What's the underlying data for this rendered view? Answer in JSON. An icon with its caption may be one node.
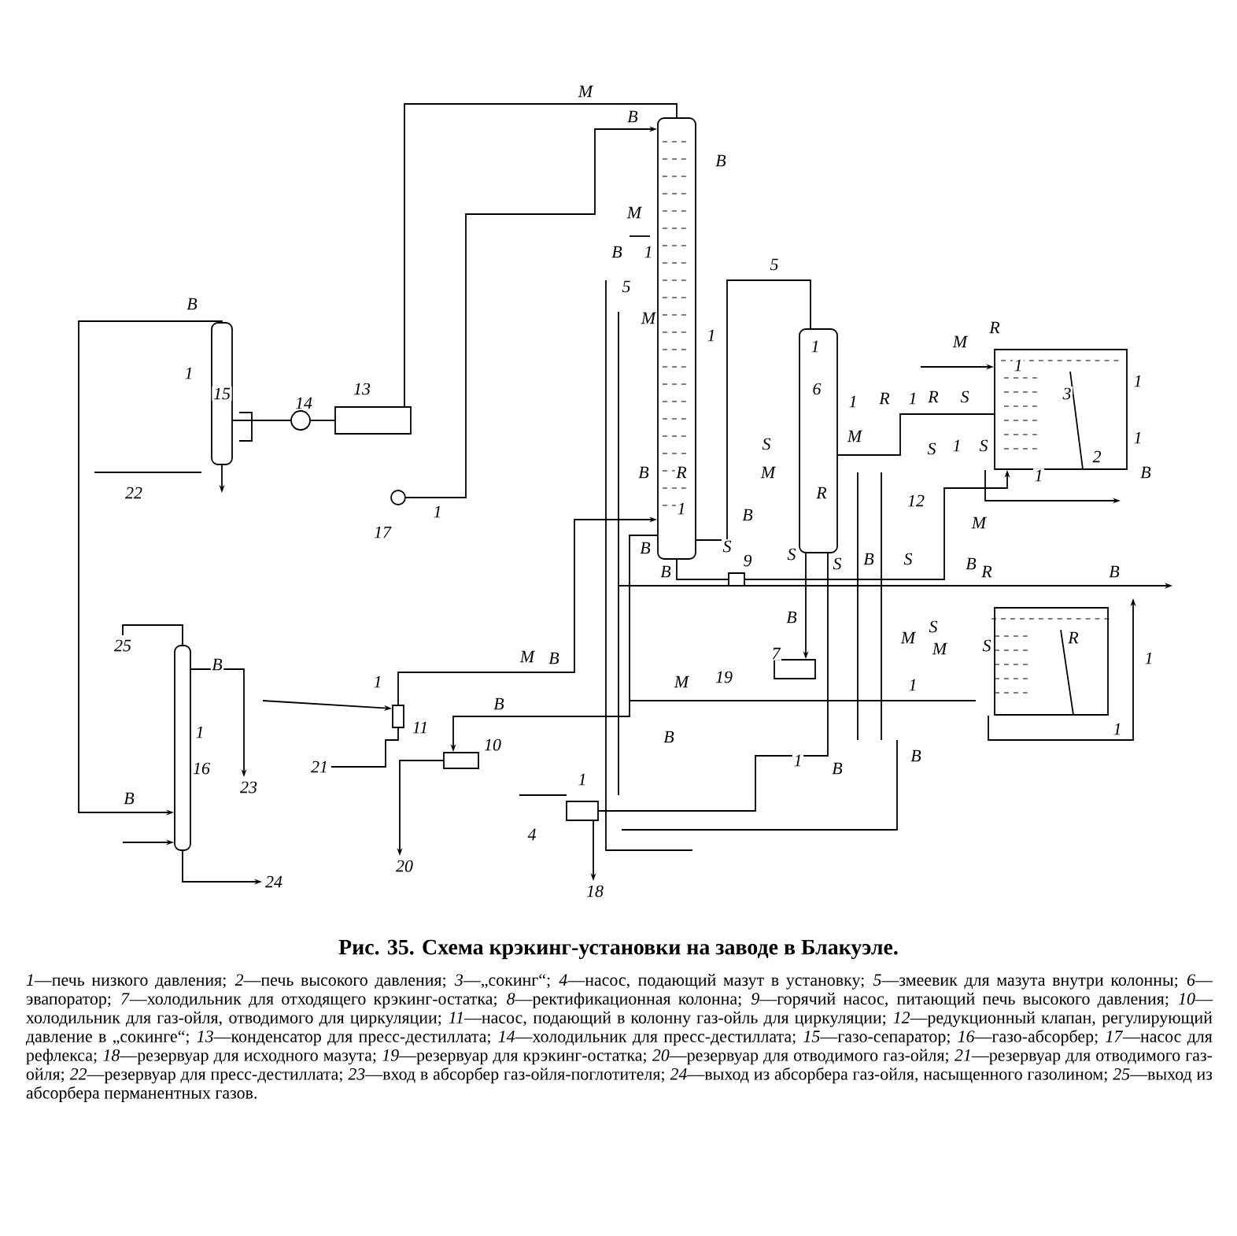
{
  "diagram": {
    "caption": "Рис. 35. Схема крэкинг-установки на заводе в Блакуэле.",
    "nodes": [
      {
        "text": [],
        "shape": "cylinder"
      },
      {
        "text": [],
        "shape": "box"
      },
      {
        "text": [],
        "shape": "circle"
      },
      {
        "text": [],
        "shape": "circle"
      },
      {
        "text": [],
        "shape": "cylinder"
      },
      {
        "text": [],
        "shape": "cylinder"
      },
      {
        "text": [],
        "shape": "box"
      },
      {
        "text": [],
        "shape": "box"
      },
      {
        "text": [],
        "shape": "cylinder"
      },
      {
        "text": [],
        "shape": "box"
      },
      {
        "text": [],
        "shape": "box"
      },
      {
        "text": [],
        "shape": "box"
      },
      {
        "text": [],
        "shape": "box"
      },
      {
        "text": [],
        "shape": "box"
      },
      {
        "text": [
          "18"
        ]
      },
      {
        "text": [
          "20"
        ]
      },
      {
        "text": [
          "23"
        ]
      },
      {
        "text": [
          "24"
        ]
      },
      {
        "text": [
          "25"
        ]
      },
      {
        "text": [
          "21"
        ]
      }
    ],
    "edges": [
      {
        "from": 4,
        "to": 1,
        "arrow": "none",
        "label": "M"
      },
      {
        "from": 1,
        "to": 2,
        "arrow": "none"
      },
      {
        "from": 2,
        "to": 0,
        "arrow": "none"
      },
      {
        "from": 3,
        "to": 4,
        "arrow": "to",
        "label": "B"
      },
      {
        "from": 4,
        "to": 5,
        "arrow": "none",
        "label": "5"
      },
      {
        "from": 5,
        "to": 6,
        "arrow": "none",
        "label": "R"
      },
      {
        "from": 0,
        "to": 8,
        "arrow": "to",
        "label": "B"
      },
      {
        "from": 9,
        "to": 4,
        "arrow": "to",
        "label": "B"
      },
      {
        "from": 4,
        "to": 10,
        "arrow": "to",
        "label": "B"
      },
      {
        "from": 11,
        "to": 5,
        "arrow": "none"
      },
      {
        "from": 5,
        "to": 12,
        "arrow": "to"
      },
      {
        "from": 13,
        "to": 6,
        "arrow": "to"
      },
      {
        "from": 6,
        "to": null,
        "arrow": "to"
      },
      {
        "from": 4,
        "to": 13,
        "arrow": "none"
      },
      {
        "from": 11,
        "to": 14,
        "arrow": "to"
      },
      {
        "from": 10,
        "to": 15,
        "arrow": "to"
      },
      {
        "from": null,
        "to": 9,
        "arrow": "to"
      },
      {
        "from": 8,
        "to": 16,
        "arrow": "to"
      },
      {
        "from": 8,
        "to": 17,
        "arrow": "to"
      },
      {
        "from": 8,
        "to": 18,
        "arrow": "none"
      },
      {
        "from": null,
        "to": 8,
        "arrow": "to"
      },
      {
        "from": 0,
        "to": null,
        "arrow": "to"
      },
      {
        "from": 19,
        "to": 9,
        "arrow": "none"
      },
      {
        "from": null,
        "to": 6,
        "arrow": "to"
      },
      {
        "from": 7,
        "to": null,
        "arrow": "to"
      }
    ],
    "labels": [
      "B",
      "M",
      "B",
      "1",
      "5",
      "M",
      "1",
      "1",
      "B",
      "M",
      "R",
      "1",
      "1",
      "1",
      "15",
      "13",
      "14",
      "6",
      "3",
      "1",
      "R",
      "1",
      "S",
      "1",
      "S",
      "M",
      "S",
      "1",
      "S",
      "2",
      "B",
      "R",
      "M",
      "1",
      "B",
      "22",
      "R",
      "12",
      "1",
      "1",
      "B",
      "M",
      "17",
      "B",
      "S",
      "9",
      "S",
      "B",
      "S",
      "S",
      "B",
      "R",
      "B",
      "B",
      "B",
      "S",
      "R",
      "M",
      "M",
      "S",
      "7",
      "M",
      "1",
      "B",
      "19",
      "M",
      "1",
      "1",
      "10",
      "11",
      "1",
      "1",
      "B",
      "1",
      "B",
      "B",
      "16",
      "1",
      "4",
      "*1*—печь низкого давления; *2*—печь высокого давления; *3*—„сокинг“; *4*—насос, подающий мазут в установку; *5*—змеевик для мазута внутри колонны; *6*—эвапоратор; *7*—холодильник для отходящего крэкинг-остатка; *8*—ректификационная колонна; *9*—горячий насос, питающий печь высокого давления; *10*—холодильник для газ-ойля, отводимого для циркуляции; *11*—насос, подающий в колонну газ-ойль для циркуляции; *12*—редукционный клапан, регулирующий давление в „сокинге“; *13*—конденсатор для пресс-дестиллата; *14*—холодильник для пресс-дестиллата; *15*—газо-сепаратор; *16*—газо-абсорбер; *17*—насос для рефлекса; *18*—резервуар для исходного мазута; *19*—резервуар для крэкинг-остатка; *20*—резервуар для отводимого газ-ойля; *21*—резервуар для отводимого газ-ойля; *22*—резервуар для пресс-дестиллата; *23*—вход в абсорбер газ-ойля-поглотителя; *24*—выход из абсорбера газ-ойля, насыщенного газолином; *25*—выход из абсорбера перманентных газов."
    ]
  }
}
